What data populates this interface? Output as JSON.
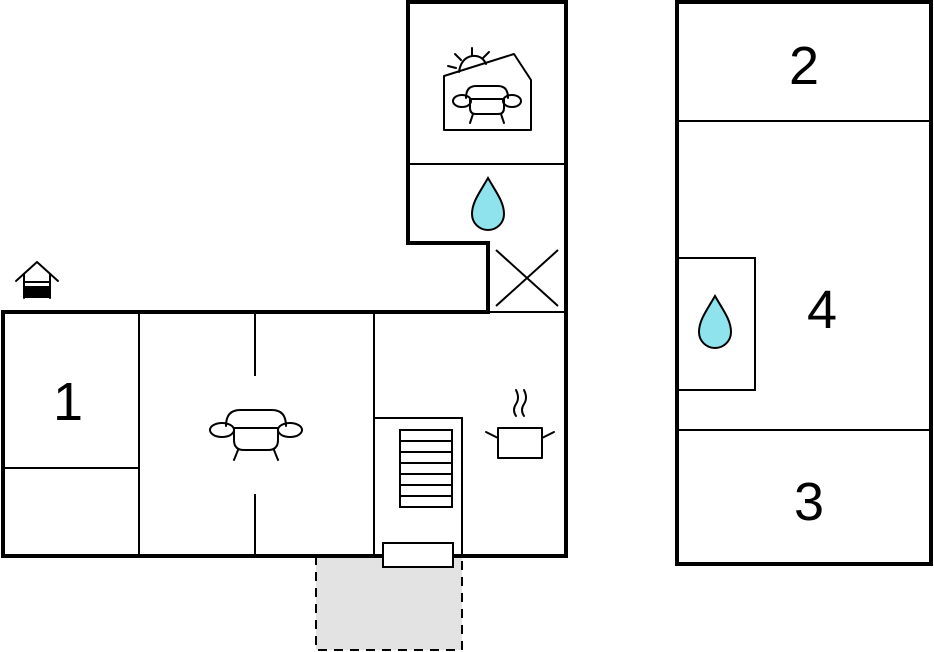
{
  "rooms": {
    "r1": "1",
    "r2": "2",
    "r3": "3",
    "r4": "4"
  },
  "colors": {
    "water": "#8fe3ec",
    "terrace": "#e3e3e3",
    "line": "#000000"
  },
  "icons": [
    "well-icon",
    "sofa-icon",
    "conservatory-sofa-icon",
    "water-drop-icon",
    "cooking-pot-icon",
    "staircase-icon",
    "chimney-icon",
    "entrance-step-icon"
  ]
}
